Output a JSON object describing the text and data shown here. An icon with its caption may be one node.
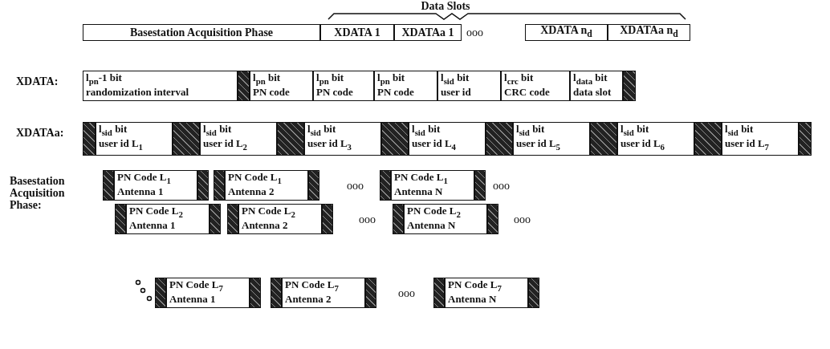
{
  "diagram": {
    "nodes": [
      {
        "text": [
          "Basestation Acquisition Phase"
        ]
      },
      {
        "text": [
          "XDATA 1"
        ]
      },
      {
        "text": [
          "XDATAa 1"
        ]
      },
      {
        "text": [
          "XDATA n$_{d}$"
        ]
      },
      {
        "text": [
          "XDATAa n$_{d}$"
        ]
      },
      {
        "text": [
          "l$_{pn}$-1 bit",
          "randomization interval"
        ]
      },
      {
        "text": [],
        "shape": "bar"
      },
      {
        "text": [
          "l$_{pn}$ bit",
          "PN code"
        ]
      },
      {
        "text": [
          "l$_{pn}$ bit",
          "PN code"
        ]
      },
      {
        "text": [
          "l$_{pn}$ bit",
          "PN code"
        ]
      },
      {
        "text": [
          "l$_{sid}$ bit",
          "user id"
        ]
      },
      {
        "text": [
          "l$_{crc}$ bit",
          "CRC code"
        ]
      },
      {
        "text": [
          "l$_{data}$ bit",
          "data slot"
        ]
      },
      {
        "text": [],
        "shape": "bar"
      },
      {
        "text": [],
        "shape": "bar"
      },
      {
        "text": [
          "l$_{sid}$ bit",
          "user id L$_{1}$"
        ]
      },
      {
        "text": [],
        "shape": "bar"
      },
      {
        "text": [
          "l$_{sid}$ bit",
          "user id L$_{2}$"
        ]
      },
      {
        "text": [],
        "shape": "bar"
      },
      {
        "text": [
          "l$_{sid}$ bit",
          "user id L$_{3}$"
        ]
      },
      {
        "text": [],
        "shape": "bar"
      },
      {
        "text": [
          "l$_{sid}$ bit",
          "user id L$_{4}$"
        ]
      },
      {
        "text": [],
        "shape": "bar"
      },
      {
        "text": [
          "l$_{sid}$ bit",
          "user id L$_{5}$"
        ]
      },
      {
        "text": [],
        "shape": "bar"
      },
      {
        "text": [
          "l$_{sid}$ bit",
          "user id L$_{6}$"
        ]
      },
      {
        "text": [],
        "shape": "bar"
      },
      {
        "text": [
          "l$_{sid}$ bit",
          "user id L$_{7}$"
        ]
      },
      {
        "text": [],
        "shape": "bar"
      },
      {
        "text": [],
        "shape": "bar"
      },
      {
        "text": [
          "PN Code L$_{1}$",
          "Antenna 1"
        ]
      },
      {
        "text": [],
        "shape": "bar"
      },
      {
        "text": [],
        "shape": "bar"
      },
      {
        "text": [
          "PN Code L$_{1}$",
          "Antenna 2"
        ]
      },
      {
        "text": [],
        "shape": "bar"
      },
      {
        "text": [],
        "shape": "bar"
      },
      {
        "text": [
          "PN Code L$_{1}$",
          "Antenna N"
        ]
      },
      {
        "text": [],
        "shape": "bar"
      },
      {
        "text": [],
        "shape": "bar"
      },
      {
        "text": [
          "PN Code L$_{2}$",
          "Antenna 1"
        ]
      },
      {
        "text": [],
        "shape": "bar"
      },
      {
        "text": [],
        "shape": "bar"
      },
      {
        "text": [
          "PN Code L$_{2}$",
          "Antenna 2"
        ]
      },
      {
        "text": [],
        "shape": "bar"
      },
      {
        "text": [],
        "shape": "bar"
      },
      {
        "text": [
          "PN Code L$_{2}$",
          "Antenna N"
        ]
      },
      {
        "text": [],
        "shape": "bar"
      },
      {
        "text": [],
        "shape": "bar"
      },
      {
        "text": [
          "PN Code L$_{7}$",
          "Antenna 1"
        ]
      },
      {
        "text": [],
        "shape": "bar"
      },
      {
        "text": [],
        "shape": "bar"
      },
      {
        "text": [
          "PN Code L$_{7}$",
          "Antenna 2"
        ]
      },
      {
        "text": [],
        "shape": "bar"
      },
      {
        "text": [],
        "shape": "bar"
      },
      {
        "text": [
          "PN Code L$_{7}$",
          "Antenna N"
        ]
      },
      {
        "text": [],
        "shape": "bar"
      }
    ],
    "labels": [
      "Data Slots",
      "ooo",
      "XDATA:",
      "XDATAa:",
      "Basestation Acquisition Phase:",
      "ooo",
      "ooo",
      "ooo",
      "ooo",
      "ooo"
    ]
  }
}
